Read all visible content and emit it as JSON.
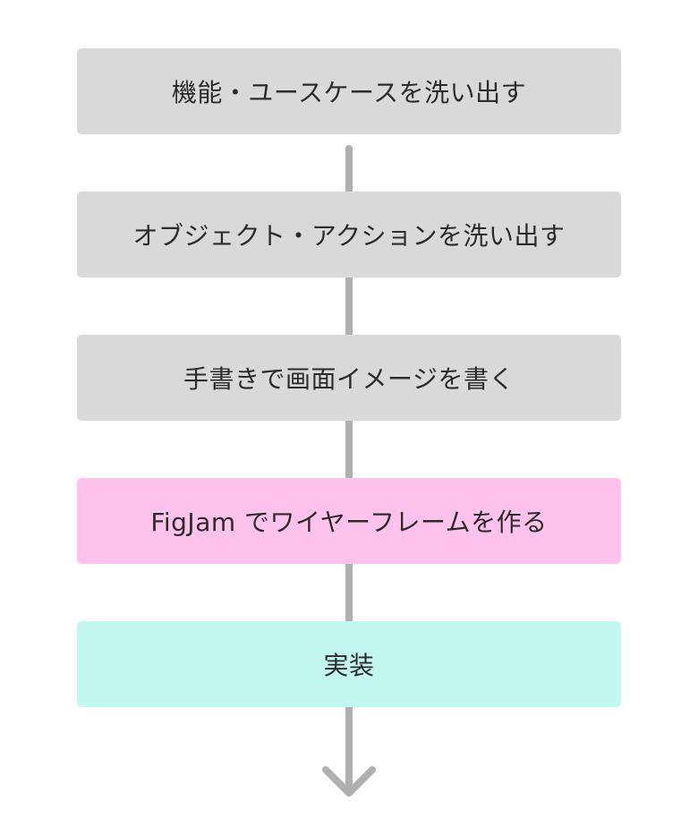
{
  "diagram": {
    "type": "vertical-flowchart",
    "connector_color": "#b0b0b0",
    "steps": [
      {
        "label": "機能・ユースケースを洗い出す",
        "fill": "#d9d9d9"
      },
      {
        "label": "オブジェクト・アクションを洗い出す",
        "fill": "#d9d9d9"
      },
      {
        "label": "手書きで画面イメージを書く",
        "fill": "#d9d9d9"
      },
      {
        "label": "FigJam でワイヤーフレームを作る",
        "fill": "#ffc2ec"
      },
      {
        "label": "実装",
        "fill": "#c2f7f2"
      }
    ],
    "end_marker": "arrow-down"
  }
}
